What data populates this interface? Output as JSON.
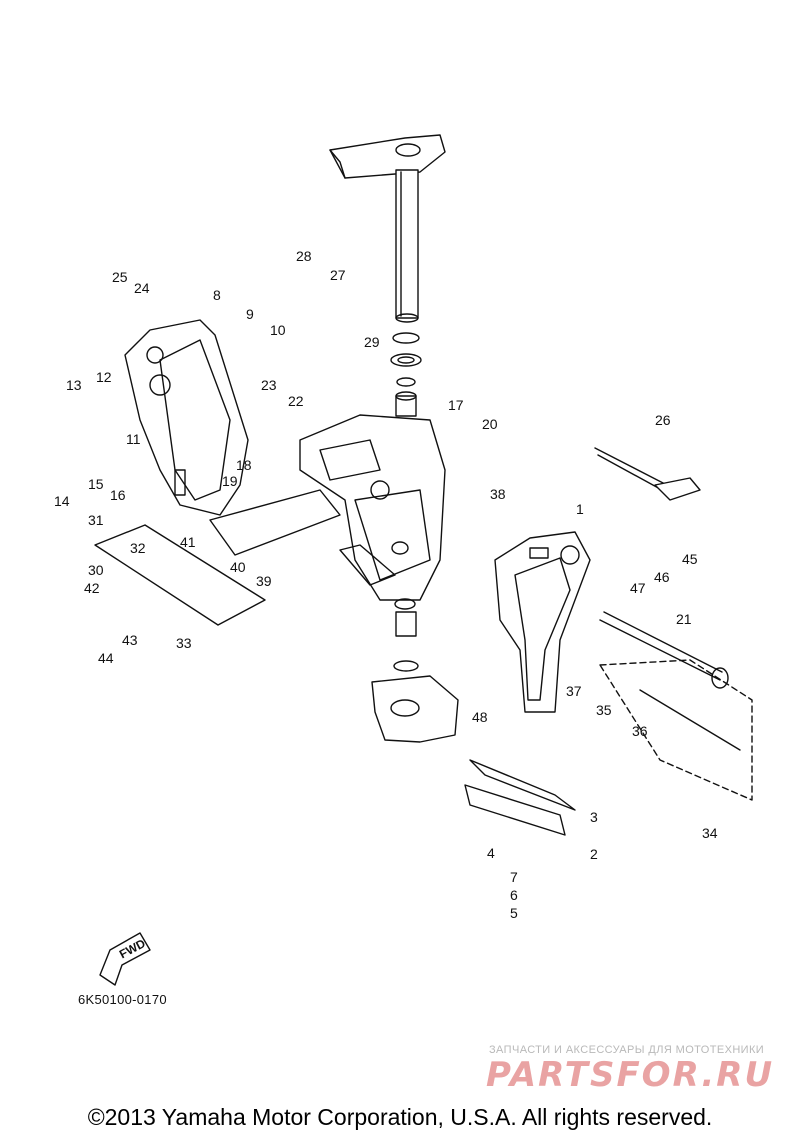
{
  "diagram": {
    "callouts": [
      "1",
      "2",
      "3",
      "4",
      "5",
      "6",
      "7",
      "8",
      "9",
      "10",
      "11",
      "12",
      "13",
      "14",
      "15",
      "16",
      "17",
      "18",
      "19",
      "20",
      "21",
      "22",
      "23",
      "24",
      "25",
      "26",
      "27",
      "28",
      "29",
      "30",
      "31",
      "32",
      "33",
      "34",
      "35",
      "36",
      "37",
      "38",
      "39",
      "40",
      "41",
      "42",
      "43",
      "44",
      "45",
      "46",
      "47",
      "48"
    ],
    "forward_label": "FWD",
    "catalog_code": "6K50100-0170"
  },
  "watermark": {
    "tagline": "ЗАПЧАСТИ И АКСЕССУАРЫ ДЛЯ МОТОТЕХНИКИ",
    "logo": "PARTSFOR.RU"
  },
  "copyright": "©2013 Yamaha Motor Corporation, U.S.A. All rights reserved."
}
